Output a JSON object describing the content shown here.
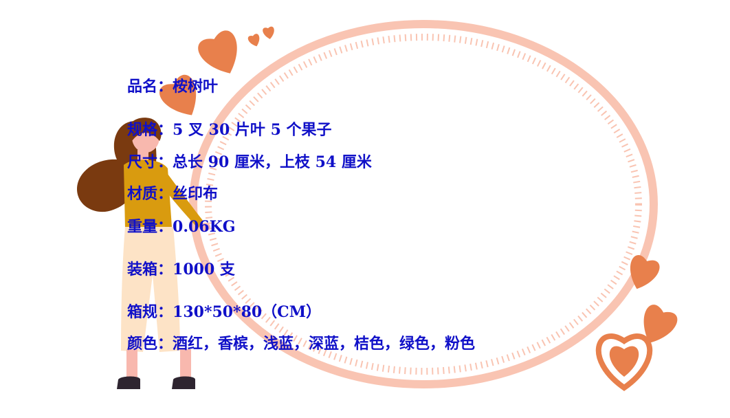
{
  "specs": [
    {
      "label": "品名：",
      "value": "桉树叶"
    },
    {
      "label": "规格：",
      "value": "5 叉 30 片叶 5 个果子"
    },
    {
      "label": "尺寸：",
      "value": "总长 90 厘米，上枝 54 厘米"
    },
    {
      "label": "材质：",
      "value": "丝印布"
    },
    {
      "label": "重量：",
      "value": "0.06KG"
    },
    {
      "label": "装箱：",
      "value": "1000 支"
    },
    {
      "label": "箱规：",
      "value": "130*50*80（CM）"
    },
    {
      "label": "颜色：",
      "value": "酒红，香槟，浅蓝，深蓝，桔色，绿色，粉色"
    }
  ],
  "colors": {
    "text": "#1010c8",
    "frame": "#f9c4b2",
    "heart": "#e8804c",
    "hair": "#7a3a10",
    "sweater": "#d99b0f",
    "pants": "#fde3c6"
  }
}
